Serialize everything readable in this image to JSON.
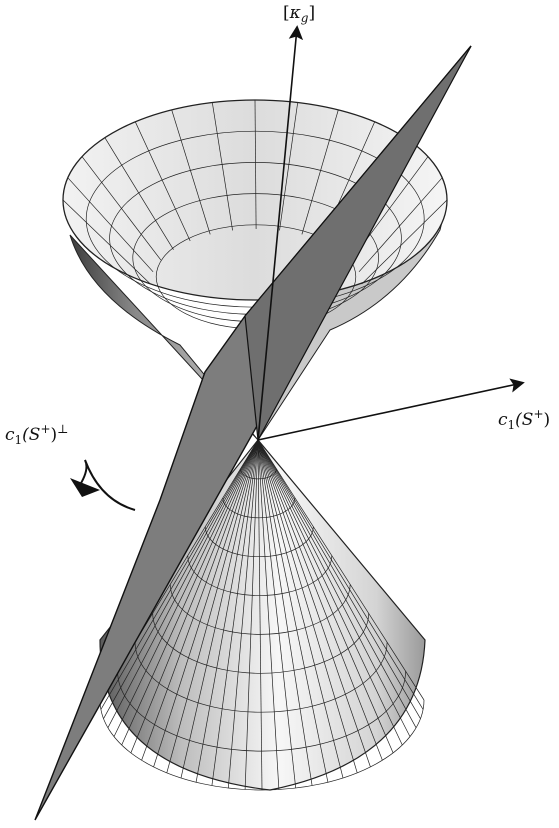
{
  "figure": {
    "labels": {
      "top_axis": {
        "open": "[",
        "symbol": "κ",
        "subscript": "g",
        "close": "]"
      },
      "right_axis": {
        "base": "c",
        "subscript": "1",
        "open": "(S",
        "sup": "+",
        "close": ")"
      },
      "left_axis": {
        "base": "c",
        "subscript": "1",
        "open": "(S",
        "sup": "+",
        "close": ")",
        "perp": "⊥"
      }
    },
    "colors": {
      "plane": "#7d7d7d",
      "cone_light": "#f7f7f7",
      "cone_dark": "#5a5a5a",
      "mesh": "#222222",
      "axis": "#111111"
    }
  }
}
